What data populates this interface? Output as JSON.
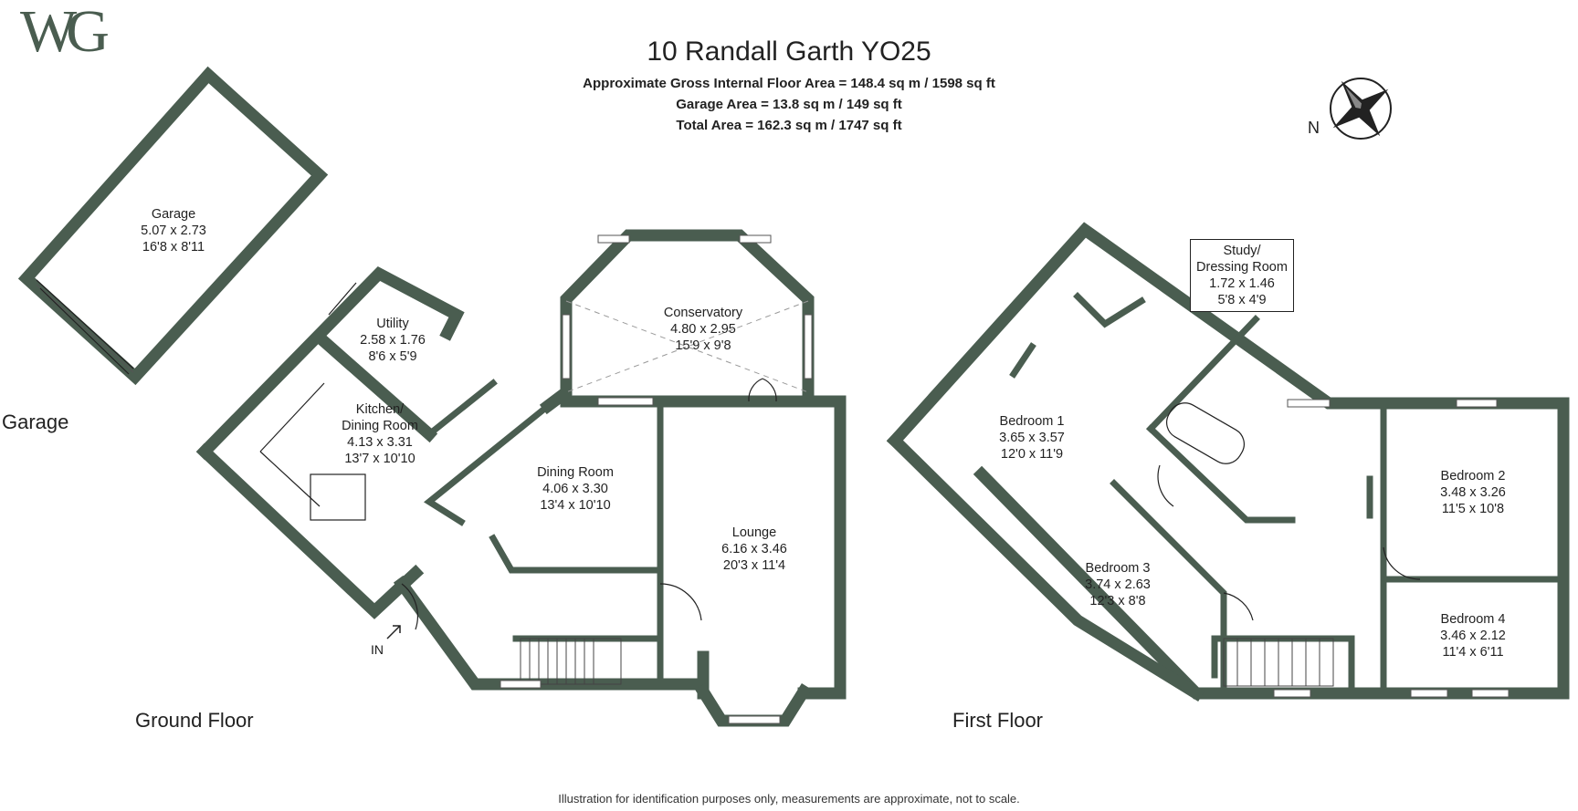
{
  "logo": "WG",
  "title": "10 Randall Garth YO25",
  "areas": {
    "gross": "Approximate Gross Internal Floor Area = 148.4 sq m / 1598 sq ft",
    "garage": "Garage Area = 13.8 sq m / 149 sq ft",
    "total": "Total Area = 162.3 sq m / 1747 sq ft"
  },
  "compass": {
    "label": "N",
    "icon": "compass-star-icon"
  },
  "floors": {
    "garage": "Garage",
    "ground": "Ground Floor",
    "first": "First Floor"
  },
  "entrance": {
    "label": "IN",
    "icon": "entrance-arrow-icon"
  },
  "rooms": {
    "garage": {
      "name": "Garage",
      "metric": "5.07 x 2.73",
      "imperial": "16'8 x 8'11"
    },
    "utility": {
      "name": "Utility",
      "metric": "2.58 x 1.76",
      "imperial": "8'6 x 5'9"
    },
    "kitchen": {
      "name1": "Kitchen/",
      "name2": "Dining Room",
      "metric": "4.13 x 3.31",
      "imperial": "13'7 x 10'10"
    },
    "conservatory": {
      "name": "Conservatory",
      "metric": "4.80 x 2.95",
      "imperial": "15'9 x 9'8"
    },
    "dining": {
      "name": "Dining Room",
      "metric": "4.06 x 3.30",
      "imperial": "13'4 x 10'10"
    },
    "lounge": {
      "name": "Lounge",
      "metric": "6.16 x 3.46",
      "imperial": "20'3 x 11'4"
    },
    "study": {
      "name1": "Study/",
      "name2": "Dressing Room",
      "metric": "1.72 x 1.46",
      "imperial": "5'8 x 4'9"
    },
    "bedroom1": {
      "name": "Bedroom 1",
      "metric": "3.65 x 3.57",
      "imperial": "12'0 x 11'9"
    },
    "bedroom2": {
      "name": "Bedroom 2",
      "metric": "3.48 x 3.26",
      "imperial": "11'5 x 10'8"
    },
    "bedroom3": {
      "name": "Bedroom 3",
      "metric": "3.74 x 2.63",
      "imperial": "12'3 x 8'8"
    },
    "bedroom4": {
      "name": "Bedroom 4",
      "metric": "3.46 x 2.12",
      "imperial": "11'4 x 6'11"
    }
  },
  "footer": "Illustration for identification purposes only, measurements are approximate, not to scale.",
  "colors": {
    "wall": "#4a5d50",
    "text": "#222222",
    "background": "#ffffff"
  }
}
